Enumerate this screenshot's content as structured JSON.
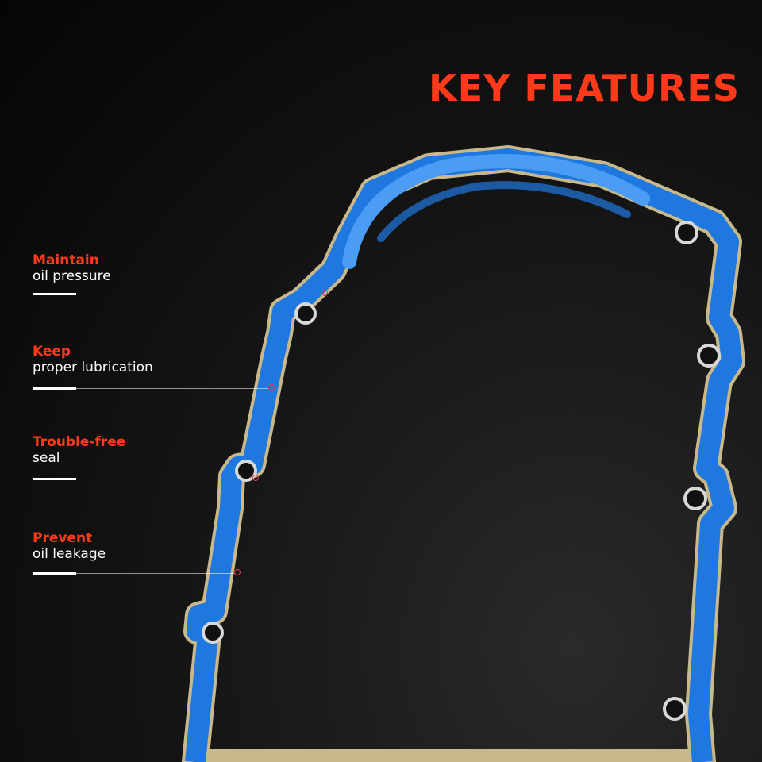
{
  "header": {
    "title": "KEY FEATURES"
  },
  "features": [
    {
      "headline": "Maintain",
      "detail": "oil pressure"
    },
    {
      "headline": "Keep",
      "detail": "proper lubrication"
    },
    {
      "headline": "Trouble-free",
      "detail": "seal"
    },
    {
      "headline": "Prevent",
      "detail": "oil leakage"
    }
  ],
  "colors": {
    "accent": "#ff3a1a",
    "text": "#ffffff",
    "background": "#0a0a0a",
    "gasket_blue": "#1f78e0",
    "gasket_light": "#4a9cf5",
    "gasket_core": "#c9b98a",
    "callout_dot": "#e23a4a"
  }
}
